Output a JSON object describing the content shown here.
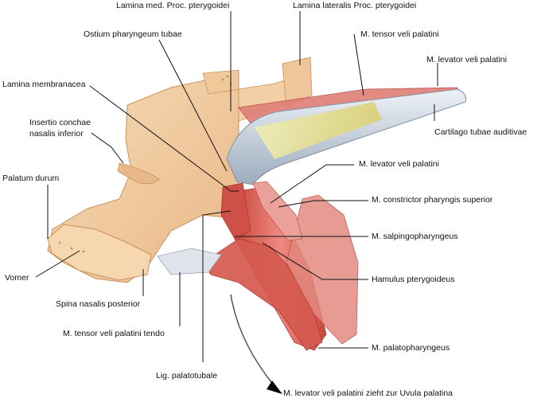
{
  "labels": {
    "lamina_med": "Lamina med. Proc. pterygoidei",
    "lamina_lat": "Lamina lateralis Proc. pterygoidei",
    "ostium": "Ostium pharyngeum tubae",
    "tensor_top": "M. tensor veli palatini",
    "levator_top": "M. levator veli palatini",
    "lamina_membr": "Lamina membranacea",
    "insertio_1": "Insertio conchae",
    "insertio_2": "nasalis inferior",
    "cartilago": "Cartilago tubae auditivae",
    "palatum": "Palatum durum",
    "levator_mid": "M. levator veli palatini",
    "constrictor": "M. constrictor pharyngis superior",
    "salpingo": "M. salpingopharyngeus",
    "hamulus": "Hamulus pterygoideus",
    "vomer": "Vomer",
    "spina": "Spina nasalis posterior",
    "tensor_tendo": "M. tensor veli palatini tendo",
    "palatopharyngeus": "M. palatopharyngeus",
    "lig": "Lig. palatotubale",
    "uvula": "M. levator veli palatini zieht zur Uvula palatina"
  },
  "colors": {
    "bone": "#f3cfa6",
    "bone_dark": "#d9a877",
    "muscle": "#d9645a",
    "muscle_light": "#eea39a",
    "cartilage": "#c9d3df",
    "fat": "#e7e08a",
    "line": "#111111"
  }
}
